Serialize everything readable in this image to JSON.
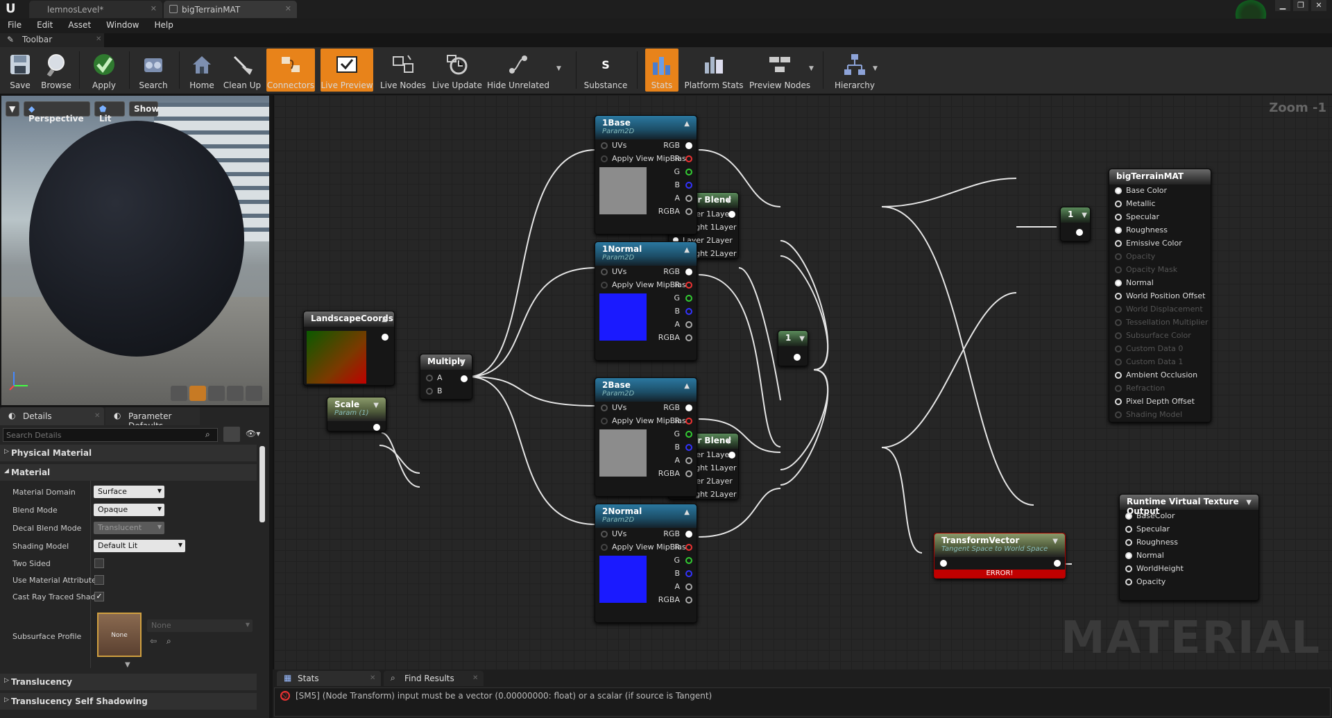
{
  "titlebar": {
    "tabs": [
      {
        "label": "lemnosLevel*"
      },
      {
        "label": "bigTerrainMAT"
      }
    ]
  },
  "menu": [
    "File",
    "Edit",
    "Asset",
    "Window",
    "Help"
  ],
  "toolbar_tab": "Toolbar",
  "toolbar": {
    "save": "Save",
    "browse": "Browse",
    "apply": "Apply",
    "search": "Search",
    "home": "Home",
    "cleanup": "Clean Up",
    "connectors": "Connectors",
    "livepreview": "Live Preview",
    "livenodes": "Live Nodes",
    "liveupdate": "Live Update",
    "hideunrelated": "Hide Unrelated",
    "substance": "Substance",
    "stats": "Stats",
    "platformstats": "Platform Stats",
    "previewnodes": "Preview Nodes",
    "hierarchy": "Hierarchy"
  },
  "viewport": {
    "perspective": "Perspective",
    "lit": "Lit",
    "show": "Show"
  },
  "details": {
    "tab_details": "Details",
    "tab_params": "Parameter Defaults",
    "search_placeholder": "Search Details",
    "cat_physical": "Physical Material",
    "cat_material": "Material",
    "material_domain_label": "Material Domain",
    "material_domain": "Surface",
    "blend_mode_label": "Blend Mode",
    "blend_mode": "Opaque",
    "decal_label": "Decal Blend Mode",
    "decal": "Translucent",
    "shading_label": "Shading Model",
    "shading": "Default Lit",
    "two_sided": "Two Sided",
    "use_attr": "Use Material Attribute",
    "cast_ray": "Cast Ray Traced Shad",
    "subsurface_label": "Subsurface Profile",
    "subsurface_thumb": "None",
    "subsurface_value": "None",
    "cat_translucency": "Translucency",
    "cat_translucency_self": "Translucency Self Shadowing"
  },
  "graph": {
    "zoom": "Zoom -1",
    "watermark": "MATERIAL",
    "landscape": {
      "title": "LandscapeCoords"
    },
    "scale": {
      "title": "Scale",
      "sub": "Param (1)"
    },
    "multiply": {
      "title": "Multiply",
      "a": "A",
      "b": "B"
    },
    "texnodes": [
      {
        "title": "1Base",
        "sub": "Param2D",
        "swatch": "#8c8c8c"
      },
      {
        "title": "1Normal",
        "sub": "Param2D",
        "swatch": "#1a1aff"
      },
      {
        "title": "2Base",
        "sub": "Param2D",
        "swatch": "#8c8c8c"
      },
      {
        "title": "2Normal",
        "sub": "Param2D",
        "swatch": "#1a1aff"
      }
    ],
    "texpins": {
      "uvs": "UVs",
      "mip": "Apply View MipBias",
      "rgb": "RGB",
      "r": "R",
      "g": "G",
      "b": "B",
      "a": "A",
      "rgba": "RGBA"
    },
    "layerblend": {
      "title": "Layer Blend",
      "pins": [
        "Layer 1Layer",
        "Height 1Layer",
        "Layer 2Layer",
        "Height 2Layer"
      ]
    },
    "const": "1",
    "material": {
      "title": "bigTerrainMAT",
      "pins": [
        {
          "label": "Base Color",
          "on": true
        },
        {
          "label": "Metallic",
          "on": true
        },
        {
          "label": "Specular",
          "on": true
        },
        {
          "label": "Roughness",
          "on": true
        },
        {
          "label": "Emissive Color",
          "on": true
        },
        {
          "label": "Opacity",
          "on": false
        },
        {
          "label": "Opacity Mask",
          "on": false
        },
        {
          "label": "Normal",
          "on": true
        },
        {
          "label": "World Position Offset",
          "on": true
        },
        {
          "label": "World Displacement",
          "on": false
        },
        {
          "label": "Tessellation Multiplier",
          "on": false
        },
        {
          "label": "Subsurface Color",
          "on": false
        },
        {
          "label": "Custom Data 0",
          "on": false
        },
        {
          "label": "Custom Data 1",
          "on": false
        },
        {
          "label": "Ambient Occlusion",
          "on": true
        },
        {
          "label": "Refraction",
          "on": false
        },
        {
          "label": "Pixel Depth Offset",
          "on": true
        },
        {
          "label": "Shading Model",
          "on": false
        }
      ]
    },
    "rvt": {
      "title": "Runtime Virtual Texture Output",
      "pins": [
        "BaseColor",
        "Specular",
        "Roughness",
        "Normal",
        "WorldHeight",
        "Opacity"
      ]
    },
    "transform": {
      "title": "TransformVector",
      "sub": "Tangent Space to World Space",
      "error": "ERROR!"
    }
  },
  "bottom": {
    "tab_stats": "Stats",
    "tab_find": "Find Results",
    "message": "[SM5] (Node Transform) input must be a vector (0.00000000: float) or a scalar (if source is Tangent)"
  }
}
